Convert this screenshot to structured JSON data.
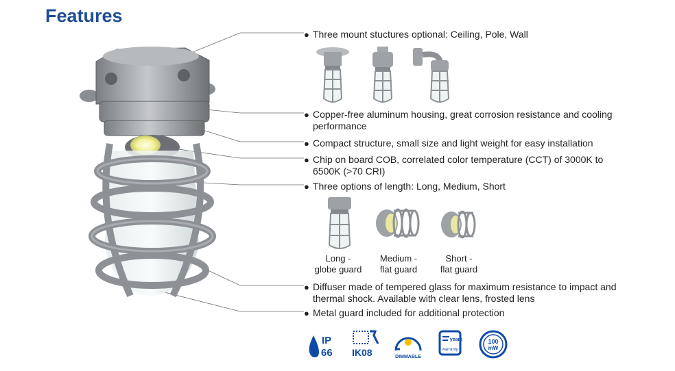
{
  "page": {
    "title": "Features",
    "accent_color": "#1f4e96",
    "icon_color": "#0e4aa5"
  },
  "features": [
    "Three mount stuctures optional: Ceiling, Pole, Wall",
    "Copper-free aluminum housing, great corrosion resistance and cooling performance",
    "Compact structure, small size and light weight for easy installation",
    "Chip on board COB, correlated color temperature (CCT) of 3000K to 6500K (>70 CRI)",
    "Three options of length: Long, Medium, Short",
    "Diffuser made of tempered glass for maximum resistance to impact and thermal shock. Available with clear lens, frosted lens",
    "Metal guard included for additional protection"
  ],
  "length_options": [
    {
      "line1": "Long -",
      "line2": "globe guard"
    },
    {
      "line1": "Medium -",
      "line2": "flat guard"
    },
    {
      "line1": "Short -",
      "line2": "flat guard"
    }
  ],
  "mount_images": [
    "ceiling-mount-fixture",
    "pole-mount-fixture",
    "wall-mount-fixture"
  ],
  "badges": [
    {
      "icon": "ip66-waterdrop-icon",
      "line1": "IP",
      "line2": "66"
    },
    {
      "icon": "ik08-impact-icon",
      "line1": "IK08"
    },
    {
      "icon": "dimmable-icon",
      "line1": "DIMMABLE"
    },
    {
      "icon": "warranty-years-icon",
      "line1": "years",
      "line2": "warranty"
    },
    {
      "icon": "standby-power-icon",
      "line1": "100",
      "line2": "mW"
    }
  ]
}
